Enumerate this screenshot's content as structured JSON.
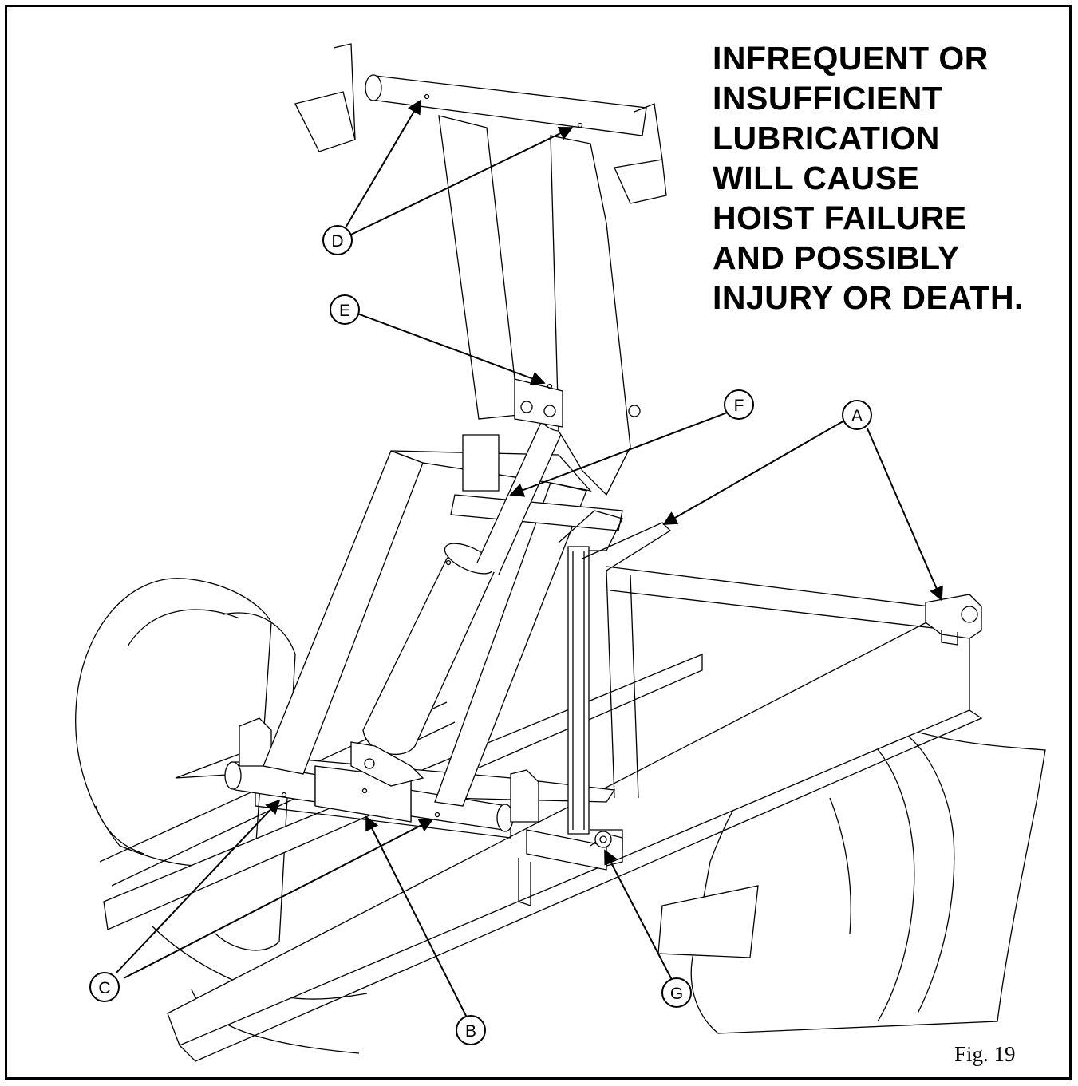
{
  "warning": {
    "lines": [
      "INFREQUENT OR",
      "INSUFFICIENT",
      "LUBRICATION",
      "WILL CAUSE",
      "HOIST FAILURE",
      "AND POSSIBLY",
      "INJURY OR DEATH."
    ]
  },
  "figure_label": "Fig. 19",
  "callouts": {
    "A": "A",
    "B": "B",
    "C": "C",
    "D": "D",
    "E": "E",
    "F": "F",
    "G": "G"
  },
  "colors": {
    "line": "#000000",
    "background": "#ffffff"
  }
}
